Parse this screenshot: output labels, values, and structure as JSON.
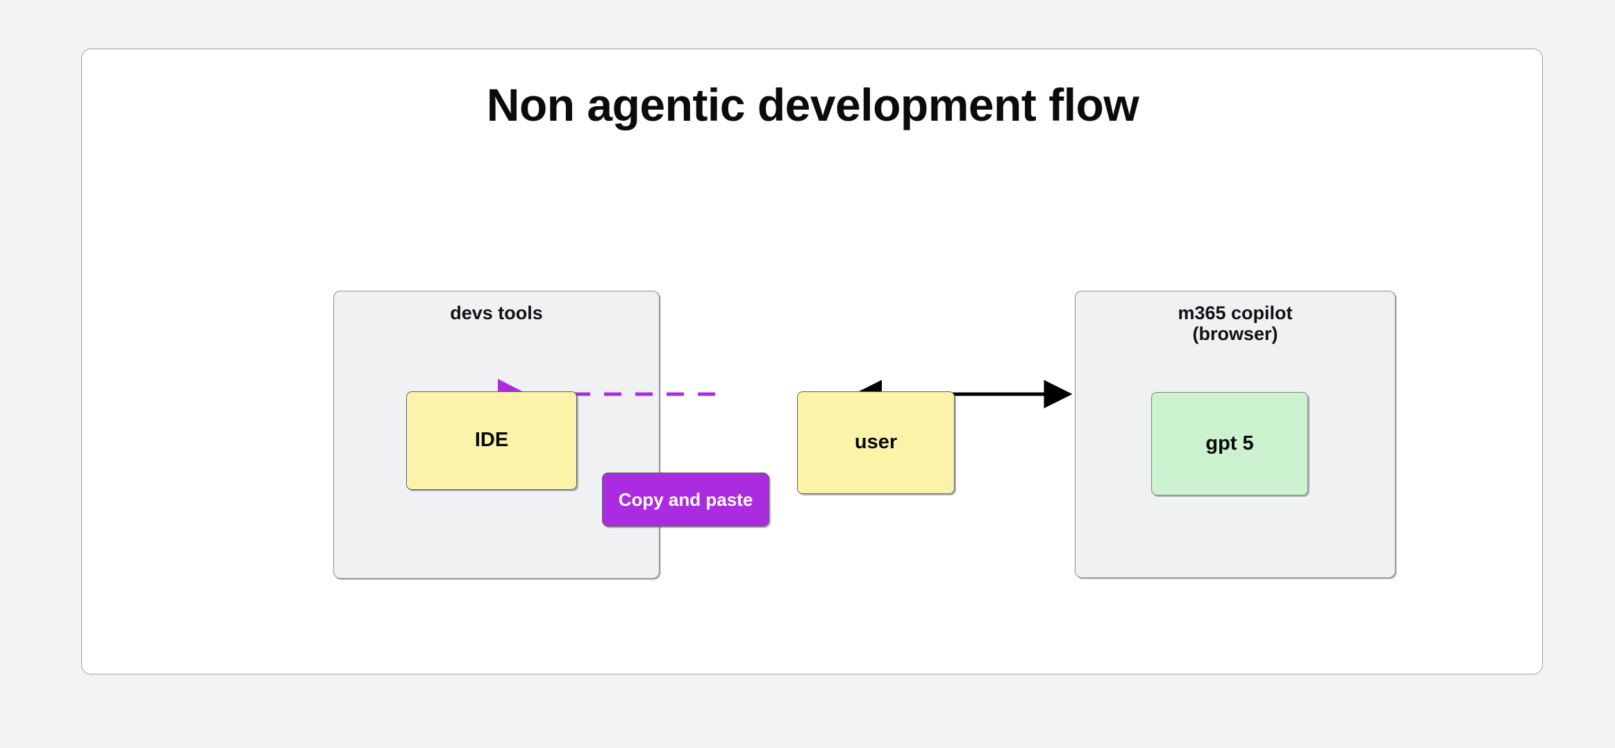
{
  "page": {
    "background_color": "#f1f2f4",
    "card_background": "#ffffff",
    "card_border_color": "#9aa0a8"
  },
  "diagram": {
    "title": "Non agentic development flow",
    "type": "flowchart",
    "direction": "left-to-right",
    "clusters": [
      {
        "id": "devs-tools",
        "title": "devs tools",
        "fill": "#eff1f3",
        "border": "#8a8f96",
        "contains": [
          "IDE"
        ]
      },
      {
        "id": "m365-copilot",
        "title_line1": "m365 copilot",
        "title_line2": "(browser)",
        "fill": "#eff1f3",
        "border": "#8a8f96",
        "contains": [
          "gpt 5"
        ]
      }
    ],
    "nodes": [
      {
        "id": "ide",
        "label": "IDE",
        "fill": "#fcf3ab",
        "border": "#5c5f63",
        "cluster": "devs-tools"
      },
      {
        "id": "user",
        "label": "user",
        "fill": "#fcf3ab",
        "border": "#5c5f63",
        "cluster": null
      },
      {
        "id": "gpt5",
        "label": "gpt 5",
        "fill": "#ccf2cf",
        "border": "#7f8a81",
        "cluster": "m365-copilot"
      }
    ],
    "edges": [
      {
        "id": "user-to-ide",
        "from": "user",
        "to": "ide",
        "label": "Copy and paste",
        "style": "dashed",
        "color": "#ab2be0",
        "label_fill": "#ab2be0",
        "label_text_color": "#ffffff",
        "arrow": "single-end"
      },
      {
        "id": "user-to-gpt5",
        "from": "user",
        "to": "gpt5",
        "label": "",
        "style": "solid",
        "color": "#000000",
        "arrow": "double"
      }
    ]
  }
}
